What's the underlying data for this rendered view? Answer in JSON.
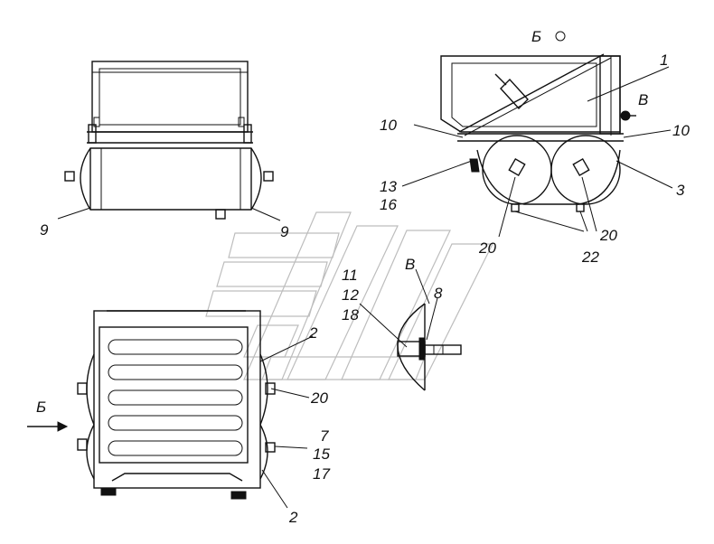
{
  "view_letter": "Б",
  "view_letter_arrow": "Б",
  "detail_letter": "В",
  "labels": {
    "n1": "1",
    "n2": "2",
    "n3": "3",
    "n7": "7",
    "n8": "8",
    "n9": "9",
    "n10": "10",
    "n11": "11",
    "n12": "12",
    "n13": "13",
    "n15": "15",
    "n16": "16",
    "n17": "17",
    "n18": "18",
    "n20": "20",
    "n22": "22"
  }
}
